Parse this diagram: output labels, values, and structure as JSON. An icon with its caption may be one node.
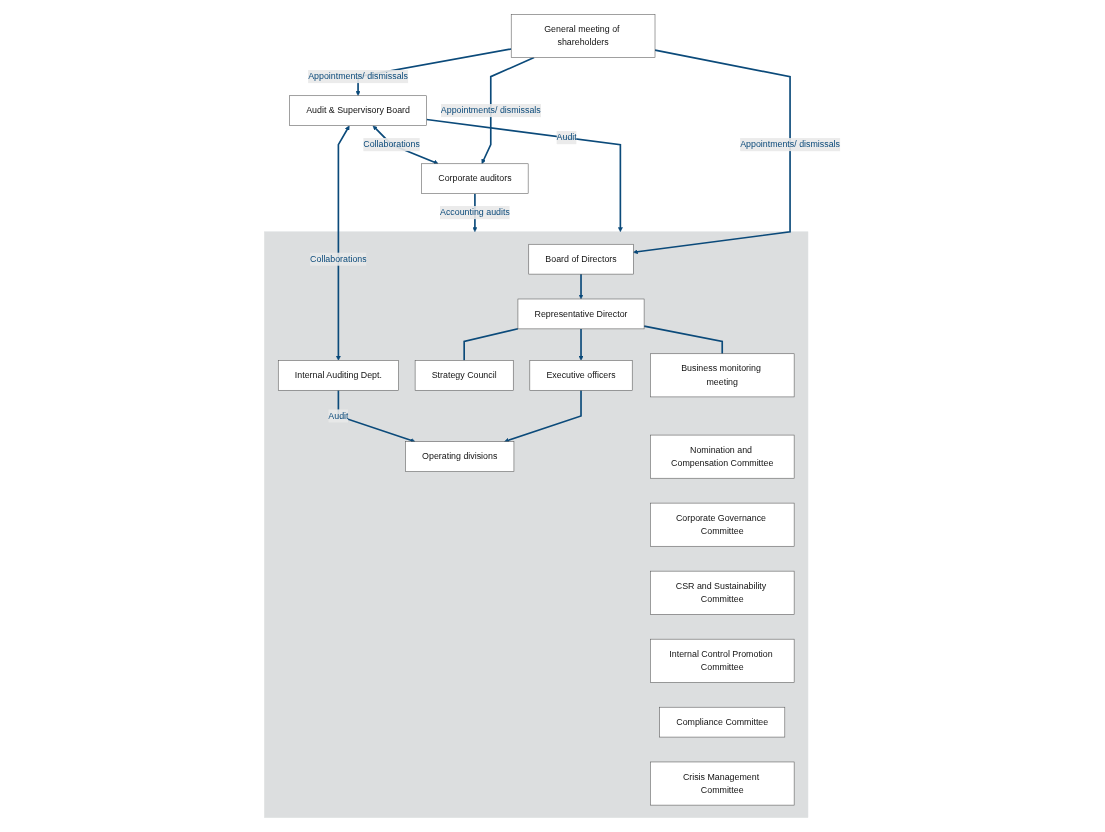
{
  "diagram": {
    "nodes": [
      {
        "text": [
          "General meeting of shareholders"
        ]
      },
      {
        "text": [
          "Audit & Supervisory Board"
        ]
      },
      {
        "text": [
          "Corporate auditors"
        ]
      },
      {
        "text": [],
        "shape": "box"
      },
      {
        "text": [
          "Board of Directors"
        ],
        "in": 3
      },
      {
        "text": [
          "Internal Auditing Dept."
        ],
        "in": 3
      },
      {
        "text": [
          "Representative Director"
        ],
        "in": 3
      },
      {
        "text": [
          "Strategy Council"
        ],
        "in": 3
      },
      {
        "text": [
          "Business monitoring meeting"
        ],
        "in": 3
      },
      {
        "text": [
          "Executive officers"
        ],
        "in": 3
      },
      {
        "text": [
          "Operating divisions"
        ],
        "in": 3
      },
      {
        "text": [
          "Nomination and Compensation Committee"
        ],
        "in": 3
      },
      {
        "text": [
          "Corporate Governance Committee"
        ],
        "in": 3
      },
      {
        "text": [
          "CSR and Sustainability Committee"
        ],
        "in": 3
      },
      {
        "text": [
          "Internal Control Promotion Committee"
        ],
        "in": 3
      },
      {
        "text": [
          "Compliance Committee"
        ],
        "in": 3
      },
      {
        "text": [
          "Crisis Management Committee"
        ],
        "in": 3
      }
    ],
    "edges": [
      {
        "from": 0,
        "to": 1,
        "arrow": "to",
        "label": "Appointments/ dismissals"
      },
      {
        "from": 0,
        "to": 2,
        "arrow": "to",
        "label": "Appointments/ dismissals"
      },
      {
        "from": 0,
        "to": 4,
        "arrow": "to",
        "label": "Appointments/ dismissals"
      },
      {
        "from": 4,
        "to": 6,
        "arrow": "to"
      },
      {
        "from": 6,
        "to": 7,
        "arrow": "none"
      },
      {
        "from": 6,
        "to": 8,
        "arrow": "none"
      },
      {
        "from": 6,
        "to": 9,
        "arrow": "to"
      },
      {
        "from": 9,
        "to": 10,
        "arrow": "to"
      },
      {
        "from": 1,
        "to": 5,
        "arrow": "both",
        "label": "Collaborations"
      },
      {
        "from": 1,
        "to": 3,
        "arrow": "to",
        "label": "Audit"
      },
      {
        "from": 2,
        "to": 3,
        "arrow": "to",
        "label": "Accounting audits"
      },
      {
        "from": 5,
        "to": 10,
        "arrow": "to",
        "label": "Audit"
      },
      {
        "from": 1,
        "to": 2,
        "arrow": "both",
        "label": "Collaborations"
      }
    ]
  }
}
